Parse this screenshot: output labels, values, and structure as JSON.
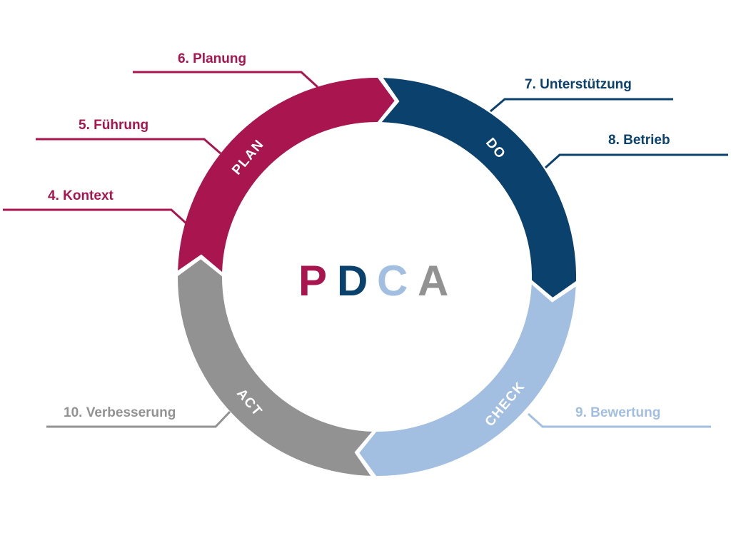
{
  "colors": {
    "plan": "#A8154F",
    "do": "#0B416D",
    "check": "#A2BFE1",
    "act": "#929292"
  },
  "phases": [
    {
      "id": "plan",
      "label": "PLAN"
    },
    {
      "id": "do",
      "label": "DO"
    },
    {
      "id": "check",
      "label": "CHECK"
    },
    {
      "id": "act",
      "label": "ACT"
    }
  ],
  "center_title": {
    "letters": [
      {
        "char": "P",
        "phase": "plan"
      },
      {
        "char": "D",
        "phase": "do"
      },
      {
        "char": "C",
        "phase": "check"
      },
      {
        "char": "A",
        "phase": "act"
      }
    ]
  },
  "clauses": [
    {
      "id": "kontext",
      "label": "4. Kontext",
      "phase": "plan"
    },
    {
      "id": "fuehrung",
      "label": "5. Führung",
      "phase": "plan"
    },
    {
      "id": "planung",
      "label": "6. Planung",
      "phase": "plan"
    },
    {
      "id": "unterstuetzung",
      "label": "7. Unterstützung",
      "phase": "do"
    },
    {
      "id": "betrieb",
      "label": "8. Betrieb",
      "phase": "do"
    },
    {
      "id": "bewertung",
      "label": "9. Bewertung",
      "phase": "check"
    },
    {
      "id": "verbesserung",
      "label": "10. Verbesserung",
      "phase": "act"
    }
  ]
}
